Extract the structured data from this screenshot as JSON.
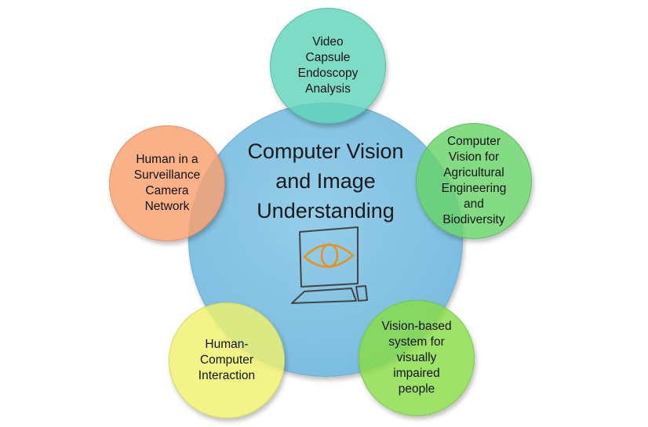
{
  "center": {
    "title": "Computer Vision\nand Image\nUnderstanding",
    "icon": "computer-eye-icon"
  },
  "topics": [
    {
      "label": "Video\nCapsule\nEndoscopy\nAnalysis",
      "color": "#60d3ba"
    },
    {
      "label": "Human in a\nSurveillance\nCamera\nNetwork",
      "color": "#faa06e"
    },
    {
      "label": "Computer\nVision for\nAgricultural\nEngineering\nand\nBiodiversity",
      "color": "#68d369"
    },
    {
      "label": "Human-\nComputer\nInteraction",
      "color": "#eff26e"
    },
    {
      "label": "Vision-based\nsystem for\nvisually\nimpaired\npeople",
      "color": "#89dd46"
    }
  ]
}
